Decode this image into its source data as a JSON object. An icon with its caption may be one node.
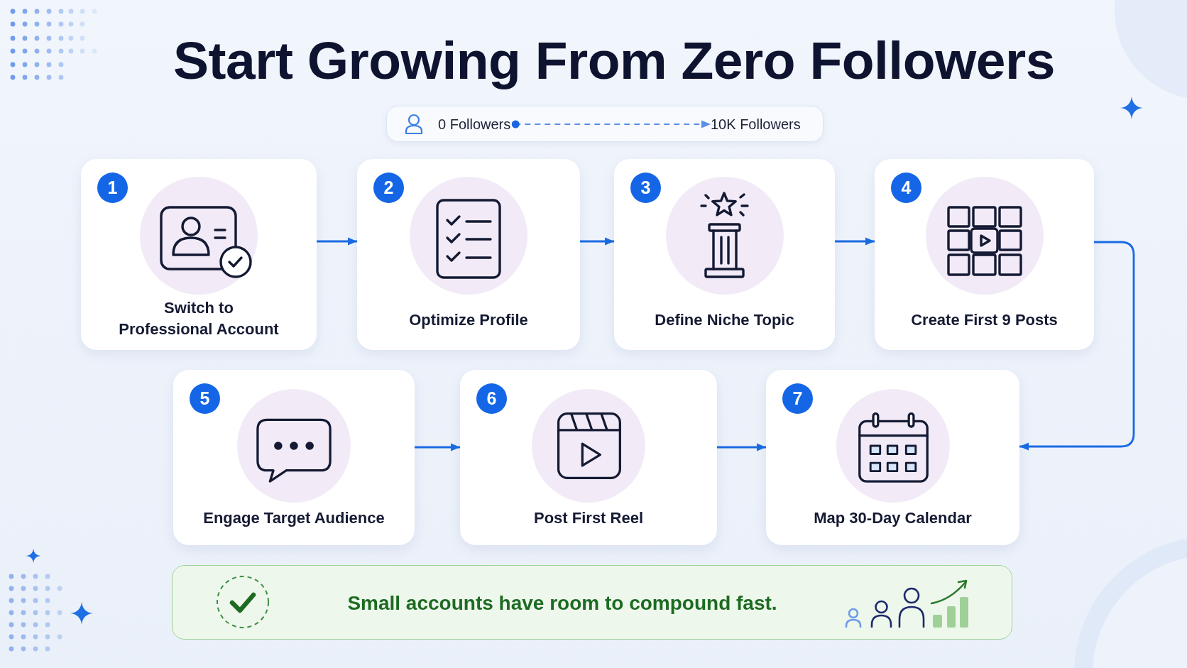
{
  "diagram": {
    "title": "Start Growing From Zero Followers",
    "nodes": [
      {
        "text": [],
        "shape": "box"
      },
      {
        "text": [
          "0 Followers"
        ],
        "in": 0
      },
      {
        "text": [
          "10K Followers"
        ],
        "in": 0
      },
      {
        "text": [
          "1",
          "Switch to Professional Account"
        ]
      },
      {
        "text": [
          "2",
          "Optimize Profile"
        ]
      },
      {
        "text": [
          "3",
          "Define Niche Topic"
        ]
      },
      {
        "text": [
          "4",
          "Create First 9 Posts"
        ]
      },
      {
        "text": [
          "5",
          "Engage Target Audience"
        ]
      },
      {
        "text": [
          "6",
          "Post First Reel"
        ]
      },
      {
        "text": [
          "7",
          "Map 30-Day Calendar"
        ]
      },
      {
        "text": [
          "Small accounts have room to compound fast."
        ]
      }
    ],
    "edges": [
      {
        "from": 1,
        "to": 2,
        "arrow": "to",
        "style": "dashed",
        "color": "#5b8fe6"
      },
      {
        "from": 3,
        "to": 4,
        "arrow": "to"
      },
      {
        "from": 4,
        "to": 5,
        "arrow": "to"
      },
      {
        "from": 5,
        "to": 6,
        "arrow": "to"
      },
      {
        "from": 6,
        "to": 9,
        "arrow": "to"
      },
      {
        "from": 7,
        "to": 8,
        "arrow": "to"
      },
      {
        "from": 8,
        "to": 9,
        "arrow": "to"
      }
    ]
  }
}
